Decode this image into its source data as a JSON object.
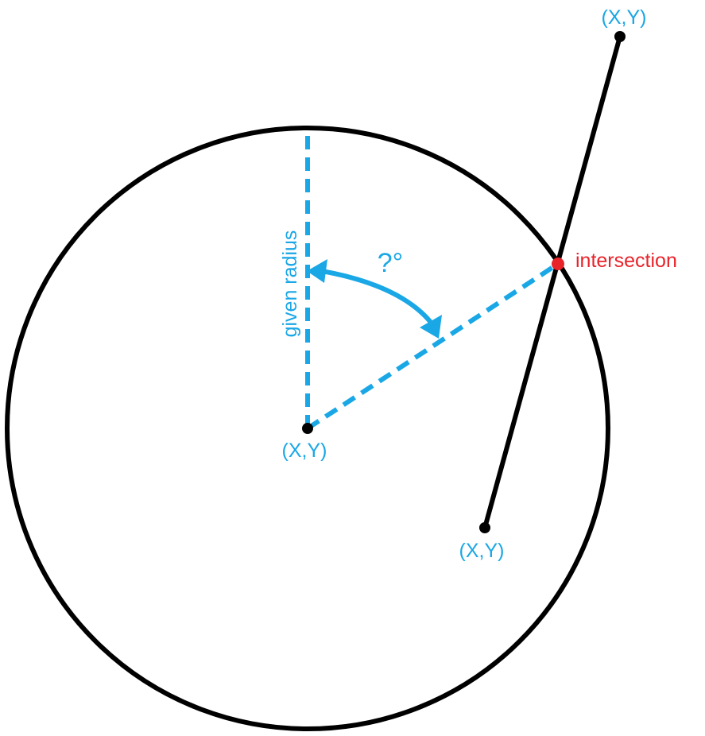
{
  "labels": {
    "line_end_top": "(X,Y)",
    "center": "(X,Y)",
    "line_end_bottom": "(X,Y)",
    "radius": "given radius",
    "angle": "?°",
    "intersection": "intersection"
  },
  "colors": {
    "circle": "#000000",
    "line": "#000000",
    "point": "#000000",
    "guide": "#1aa7e6",
    "intersection": "#e8232a"
  }
}
